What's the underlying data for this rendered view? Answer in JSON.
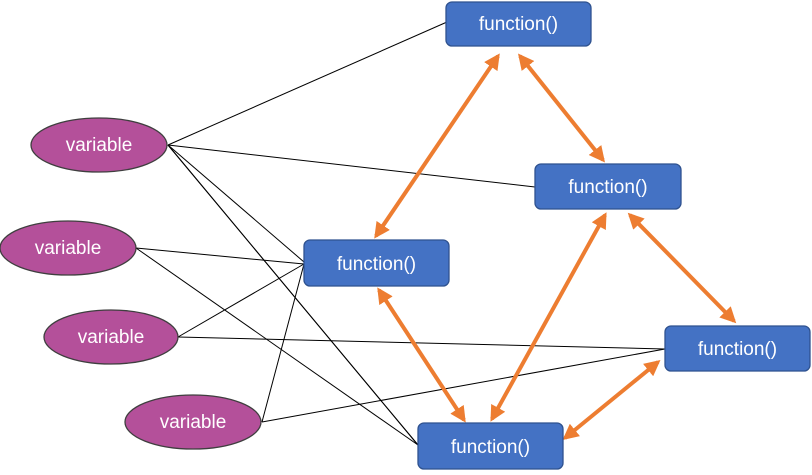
{
  "diagram": {
    "colors": {
      "function_fill": "#4472c4",
      "function_stroke": "#2f528f",
      "variable_fill": "#b4509a",
      "variable_stroke": "#3f3f3f",
      "arrow": "#ed7d31",
      "line": "#000000"
    },
    "functions": [
      {
        "id": "f1",
        "label": "function()"
      },
      {
        "id": "f2",
        "label": "function()"
      },
      {
        "id": "f3",
        "label": "function()"
      },
      {
        "id": "f4",
        "label": "function()"
      },
      {
        "id": "f5",
        "label": "function()"
      }
    ],
    "variables": [
      {
        "id": "v1",
        "label": "variable"
      },
      {
        "id": "v2",
        "label": "variable"
      },
      {
        "id": "v3",
        "label": "variable"
      },
      {
        "id": "v4",
        "label": "variable"
      }
    ],
    "links": [
      [
        "v1",
        "f1"
      ],
      [
        "v1",
        "f2"
      ],
      [
        "v1",
        "f3"
      ],
      [
        "v1",
        "f5"
      ],
      [
        "v2",
        "f3"
      ],
      [
        "v2",
        "f5"
      ],
      [
        "v3",
        "f3"
      ],
      [
        "v3",
        "f4"
      ],
      [
        "v4",
        "f3"
      ],
      [
        "v4",
        "f4"
      ]
    ],
    "arrows": [
      [
        "f1",
        "f3"
      ],
      [
        "f1",
        "f2"
      ],
      [
        "f2",
        "f5"
      ],
      [
        "f2",
        "f4"
      ],
      [
        "f3",
        "f5"
      ],
      [
        "f4",
        "f5"
      ]
    ]
  }
}
